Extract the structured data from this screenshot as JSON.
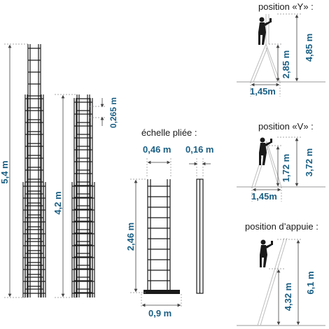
{
  "colors": {
    "dimension_text": "#1a5f84",
    "ladder": "#1a1a1a",
    "guide": "#8a8a8a"
  },
  "labels": {
    "full_height": "5,4 m",
    "closed_height": "4,2 m",
    "rung_spacing": "0,265 m",
    "folded_title": "échelle pliée :",
    "folded_width": "0,46 m",
    "folded_depth": "0,16 m",
    "folded_height": "2,46 m",
    "stabilizer_width": "0,9 m",
    "pos_y_title": "position «Y» :",
    "pos_y_height": "4,85 m",
    "pos_y_inner": "2,85 m",
    "pos_y_base": "1,45m",
    "pos_v_title": "position «V» :",
    "pos_v_height": "3,72 m",
    "pos_v_inner": "1,72 m",
    "pos_v_base": "1,45m",
    "pos_lean_title": "position d’appuie :",
    "pos_lean_inner": "4,32 m",
    "pos_lean_height": "6,1 m"
  },
  "icons": {
    "worker": "person-on-ladder-icon"
  }
}
